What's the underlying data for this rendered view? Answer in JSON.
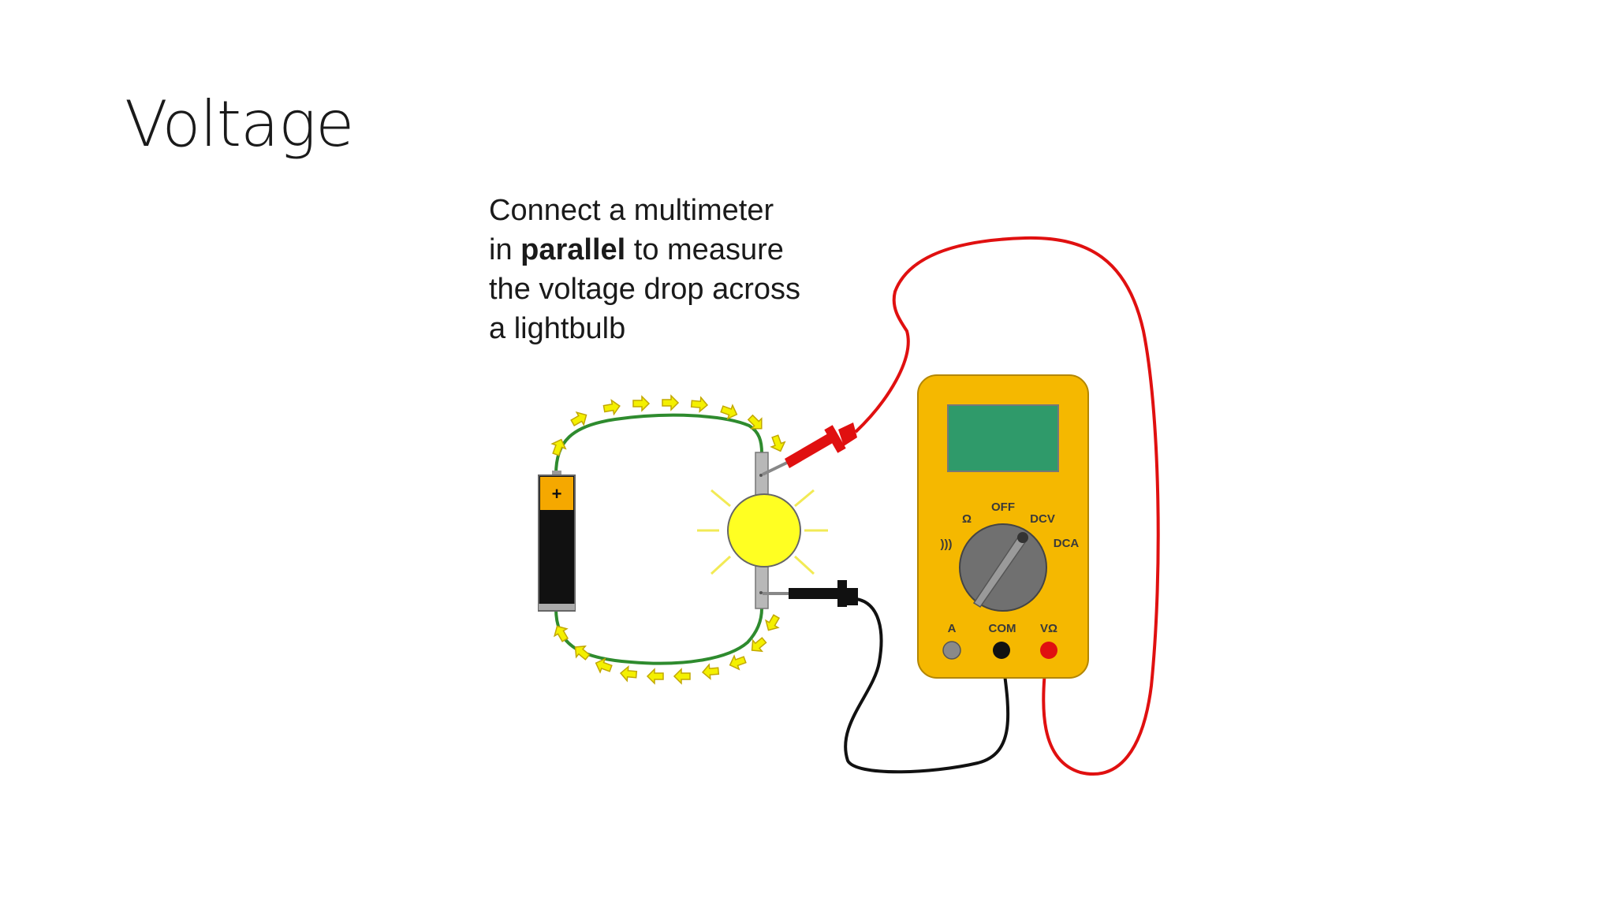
{
  "slide": {
    "title": "Voltage"
  },
  "caption": {
    "line1": "Connect a multimeter",
    "line2_prefix": "in ",
    "line2_bold": "parallel",
    "line2_suffix": " to measure",
    "line3": "the voltage drop across",
    "line4": "a lightbulb"
  },
  "battery": {
    "plus_label": "+"
  },
  "multimeter": {
    "dial_labels": {
      "off": "OFF",
      "dcv": "DCV",
      "dca": "DCA",
      "ohm": "Ω",
      "continuity": ")))"
    },
    "jack_labels": {
      "a": "A",
      "com": "COM",
      "vohm": "VΩ"
    }
  },
  "colors": {
    "wire_green": "#2e8b2e",
    "probe_red": "#e01010",
    "probe_black": "#111111",
    "meter_body": "#f5b800",
    "meter_screen": "#2f9a6a",
    "bulb": "#ffff22",
    "arrow_fill": "#f4f000"
  },
  "icons": {
    "current_arrows": "yellow-arrow-icon",
    "bulb_rays": "light-ray-icon"
  }
}
